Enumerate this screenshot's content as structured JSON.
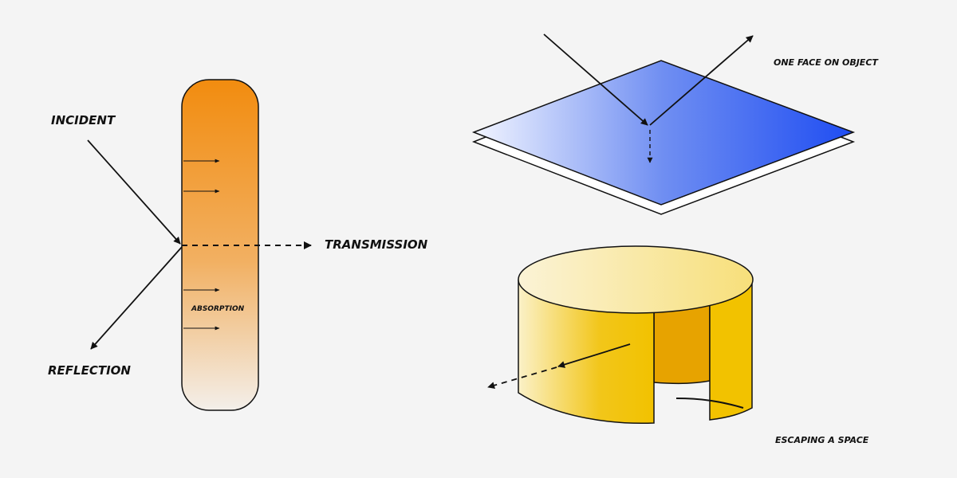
{
  "labels": {
    "incident": "INCIDENT",
    "transmission": "TRANSMISSION",
    "reflection": "REFLECTION",
    "absorption": "ABSORPTION",
    "one_face": "ONE FACE ON OBJECT",
    "escaping": "ESCAPING A SPACE"
  },
  "colors": {
    "background": "#f4f4f4",
    "orange_top": "#f28c0f",
    "orange_bottom": "#f3efea",
    "blue_light": "#f2f5ff",
    "blue_dark": "#1f4df2",
    "yellow_light": "#fbf1c8",
    "yellow_dark": "#f2c200",
    "yellow_inner": "#e7a300",
    "ink": "#111111"
  },
  "icons": {
    "arrow": "arrowhead-triangle"
  }
}
